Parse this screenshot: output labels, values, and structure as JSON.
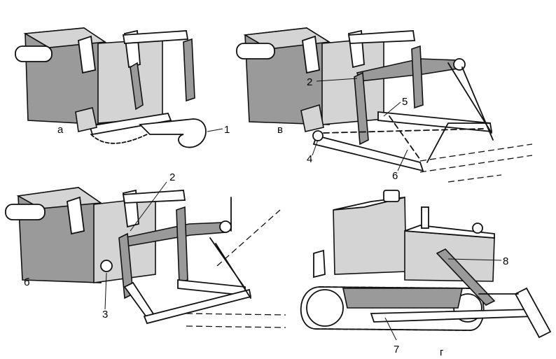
{
  "labels": {
    "a": "а",
    "b": "б",
    "v": "в",
    "g": "г",
    "n1": "1",
    "n2_top": "2",
    "n2_bottom": "2",
    "n3": "3",
    "n4": "4",
    "n5": "5",
    "n6": "6",
    "n7": "7",
    "n8": "8"
  },
  "colors": {
    "ink": "#111111",
    "shade": "#9a9a9a",
    "light": "#d4d4d4",
    "background": "#ffffff"
  }
}
